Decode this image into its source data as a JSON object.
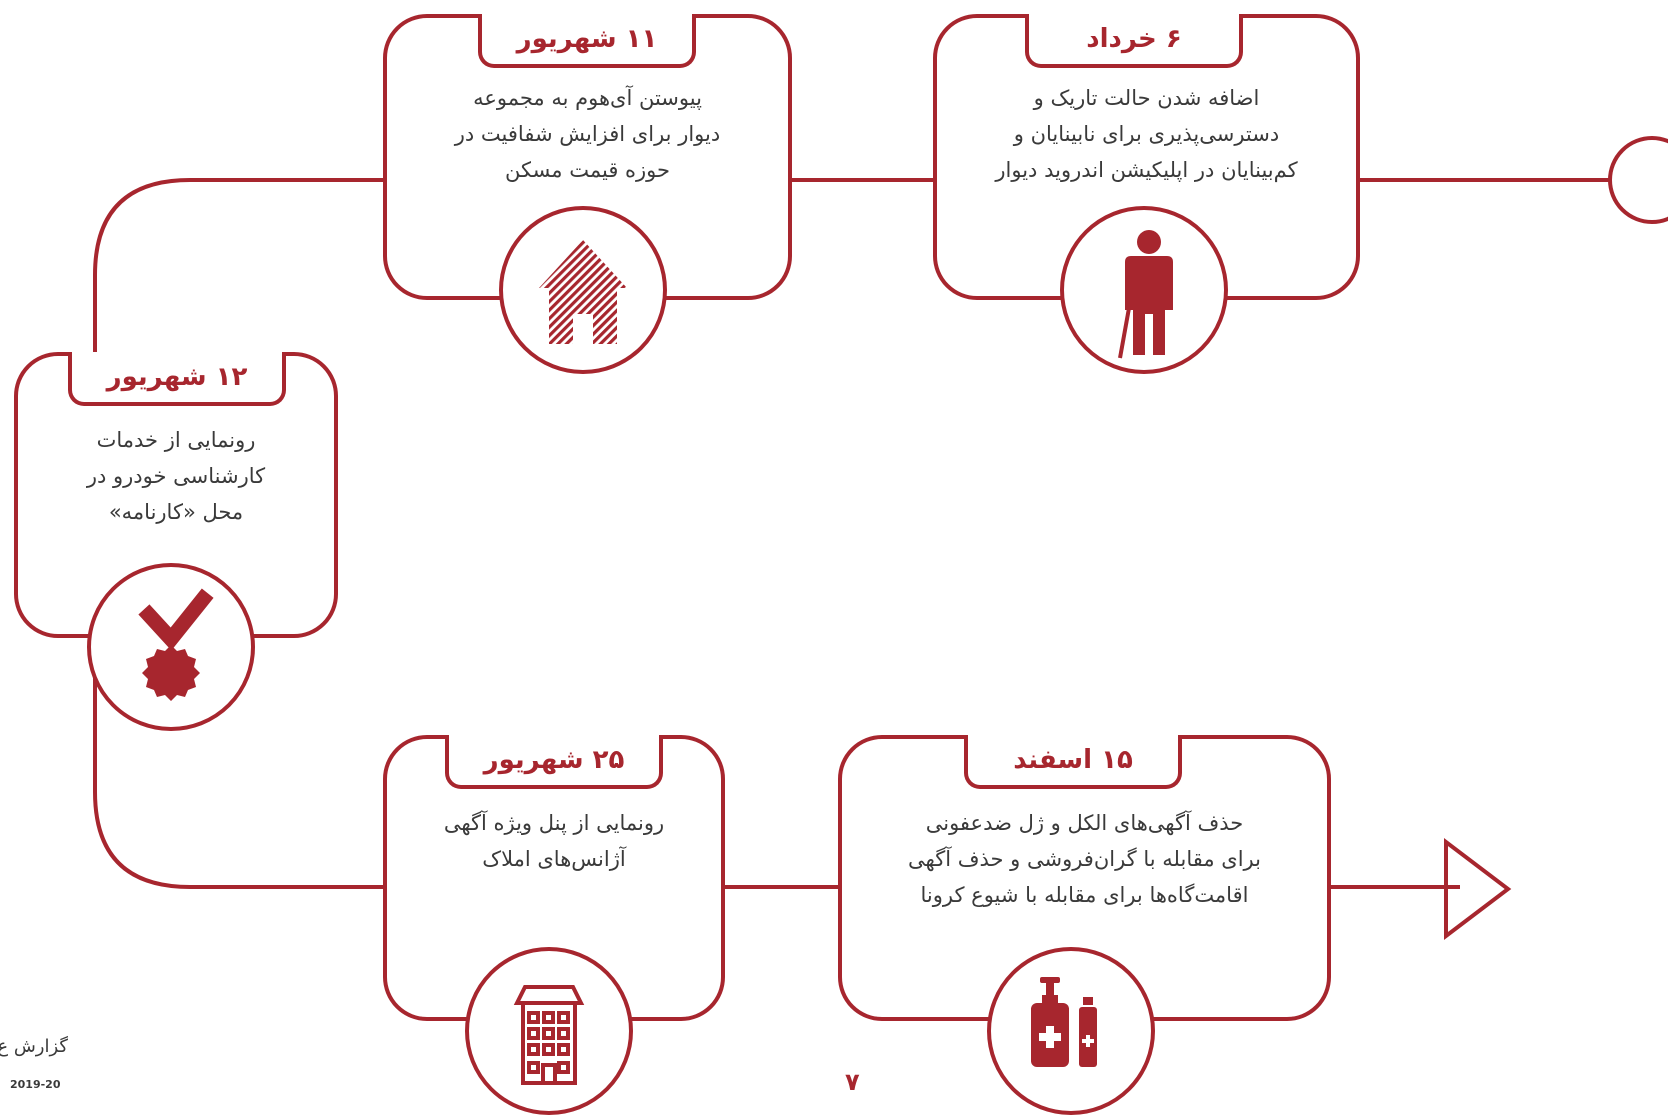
{
  "colors": {
    "accent": "#a7262e",
    "text": "#3a3a3a",
    "background": "#ffffff"
  },
  "milestones": [
    {
      "date": "۶ خرداد",
      "lines": [
        "اضافه شدن حالت تاریک و",
        "دسترسی‌پذیری برای نابینایان و",
        "کم‌بینایان در اپلیکیشن اندروید دیوار"
      ],
      "icon": "person-with-cane-icon"
    },
    {
      "date": "۱۱ شهریور",
      "lines": [
        "پیوستن آی‌هوم به مجموعه",
        "دیوار برای افزایش شفافیت در",
        "حوزه قیمت مسکن"
      ],
      "icon": "house-icon"
    },
    {
      "date": "۱۲ شهریور",
      "lines": [
        "رونمایی از خدمات",
        "کارشناسی خودرو در",
        "محل «کارنامه»"
      ],
      "icon": "medal-check-icon"
    },
    {
      "date": "۲۵ شهریور",
      "lines": [
        "رونمایی از پنل ویژه آگهی",
        "آژانس‌های املاک"
      ],
      "icon": "building-icon"
    },
    {
      "date": "۱۵ اسفند",
      "lines": [
        "حذف آگهی‌های الکل و ژل ضدعفونی",
        "برای مقابله با گران‌فروشی و حذف آگهی",
        "اقامت‌گاه‌ها برای مقابله با شیوع کرونا"
      ],
      "icon": "sanitizer-icon"
    }
  ],
  "footer": {
    "report": "گزارش ع",
    "year": "2019-20",
    "page": "۷"
  }
}
